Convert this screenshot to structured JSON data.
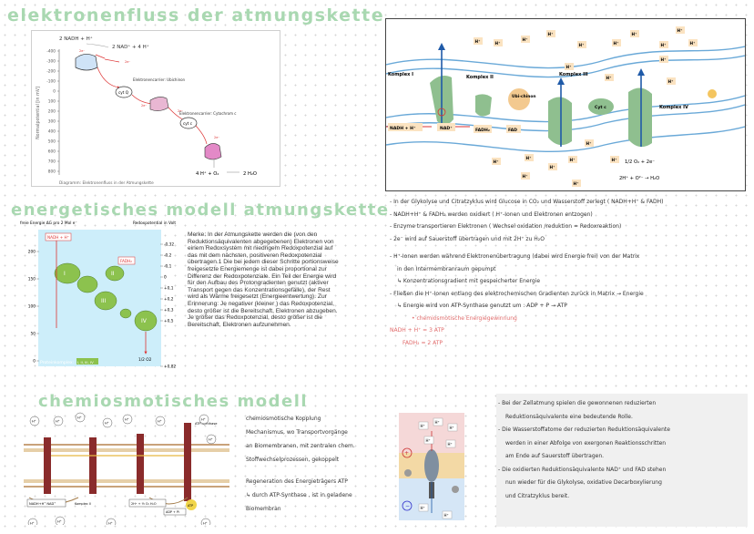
{
  "headings": {
    "h1": "elektronenfluss der atmungskette",
    "h2": "energetisches modell atmungskette",
    "h3": "chemiosmotisches modell"
  },
  "flow_diagram": {
    "y_axis_label": "Normalpotential [in mV]",
    "y_ticks": [
      "-400",
      "-300",
      "-200",
      "-100",
      "0",
      "100",
      "200",
      "300",
      "400",
      "500",
      "600",
      "700",
      "800"
    ],
    "nadh": "2 NADH + H⁺",
    "nad": "2 NAD⁺ + 4 H⁺",
    "carrier1": "Elektronencarrier: Ubichinon",
    "carrier2": "Elektronencarrier: Cytochrom c",
    "cytq": "cyt Q",
    "cytc": "cyt c",
    "o2": "4 H⁺ + O₂",
    "h2o": "2 H₂O",
    "caption": "Diagramm: Elektronenfluss in der Atmungskette"
  },
  "membrane_diagram": {
    "k1": "Komplex I",
    "k2": "Komplex II",
    "k3": "Komplex III",
    "k4": "Komplex IV",
    "ubi": "Ubi-chinon",
    "cytc": "Cyt c",
    "nadh": "NADH + H⁺",
    "nad": "NAD⁺",
    "fadh": "FADH₂",
    "fad": "FAD",
    "o2": "1/2 O₂ + 2e⁻",
    "h2o": "2H⁺ + O²⁻ → H₂O",
    "hplus": "H⁺"
  },
  "energy_diagram": {
    "left_label": "freie Energie ΔG pro 2 Mol e⁻",
    "right_label": "Redoxpotential in Volt",
    "left_ticks": [
      "200",
      "150",
      "100",
      "50",
      "0"
    ],
    "right_ticks": [
      "-0,32",
      "-0,2",
      "-0,1",
      "0",
      "+0,1",
      "+0,2",
      "+0,3",
      "+0,5",
      "+0,82"
    ],
    "nadh": "NADH + H⁺",
    "fadh": "FADH₂",
    "o2": "1/2 O2",
    "legend": "Proteinkomplex:",
    "legend_items": "I, II, III, IV",
    "roman": [
      "I",
      "II",
      "III",
      "IV"
    ]
  },
  "merke_text": "Merke: In der Atmungskette werden die (von den Reduktionsäquivalenten abgegebenen) Elektronen von einem Redoxsystem mit niedrigem Redoxpotenzial auf das mit dem nächsten, positiveren Redoxpotenzial übertragen.1 Die bei jedem dieser Schritte portionsweise freigesetzte Energiemenge ist dabei proportional zur Differenz der Redoxpotenziale. Ein Teil der Energie wird für den Aufbau des Protongradienten genutzt (aktiver Transport gegen das Konzentrationsgefälle), der Rest wird als Wärme freigesetzt (Energieentwertung). Zur Erinnerung: Je negativer (kleiner ) das Redoxpotenzial, desto größer ist die Bereitschaft, Elektronen abzugeben. Je größer das Redoxpotenzial, desto größer ist die Bereitschaft, Elektronen aufzunehmen.",
  "notes": {
    "n1": "- In der Glykolyse und Citratzyklus wird Glucose in CO₂ und Wasserstoff zerlegt ( NADH+H⁺ & FADH)",
    "n2": "- NADH+H⁺ & FADH₂ werden oxidiert ( H⁺-Ionen und Elektronen entzogen)",
    "n3": "- Enzyme transportieren Elektronen ( Wechsel oxidation /reduktion = Redoxreaktion)",
    "n4": "- 2e⁻ wird auf Sauerstoff übertragen und mit 2H⁺ zu H₂O",
    "n5": "- H⁺-Ionen werden während Elektronenübertragung (dabei wird Energie frei) von der Matrix",
    "n6": "in den Intermembranraum gepumpt",
    "n7": "↳ Konzentrationsgradient mit gespeicherter Energie",
    "n8": "- Fließen die H⁺-Ionen entlang des elektrochemischen Gradienten zurück in Matrix → Energie",
    "n9": "↳ Energie wird von ATP-Synthase genutzt um : ADP + P → ATP",
    "n10": "• chemiosmotische Energiegewinnung",
    "n11": "NADH + H⁺ = 3 ATP",
    "n12": "FADH₂ = 2 ATP"
  },
  "chemi_text": {
    "l1": "chemiosmotische Kopplung",
    "l2": "Mechanismus, wo Transportvorgänge",
    "l3": "an Biomembranen, mit zentralen chem.",
    "l4": "Stoffwechselprozessen, gekoppelt",
    "l5": "Regeneration des Energieträgers ATP",
    "l6": "↳ durch ATP-Synthase , ist in geladene",
    "l7": "Biomembran"
  },
  "chemi_diagram": {
    "nadh": "NADH+H⁺ NAD⁺",
    "fad": "Komplex II",
    "o2": "2H⁺ + ½ O₂ H₂O",
    "adp": "ADP + Pi",
    "atp": "ATP",
    "atp_synthase": "ATP-Synthase",
    "hplus": "H⁺"
  },
  "box_text": {
    "b1": "- Bei der Zellatmung spielen die gewonnenen reduzierten",
    "b2": "Reduktionsäquivalente eine bedeutende Rolle.",
    "b3": "- Die Wasserstoffatome der reduzierten Reduktionsäquivalente",
    "b4": "werden in einer Abfolge von exergonen Reaktionsschritten",
    "b5": "am Ende auf Sauerstoff übertragen.",
    "b6": "- Die oxidierten Reduktionsäquivalente NAD⁺ und FAD stehen",
    "b7": "nun wieder für die Glykolyse, oxidative Decarboxylierung",
    "b8": "und Citratzyklus bereit."
  },
  "colors": {
    "heading": "#a9d8b1",
    "pink": "#e06a6a",
    "green": "#8fbf8f"
  }
}
